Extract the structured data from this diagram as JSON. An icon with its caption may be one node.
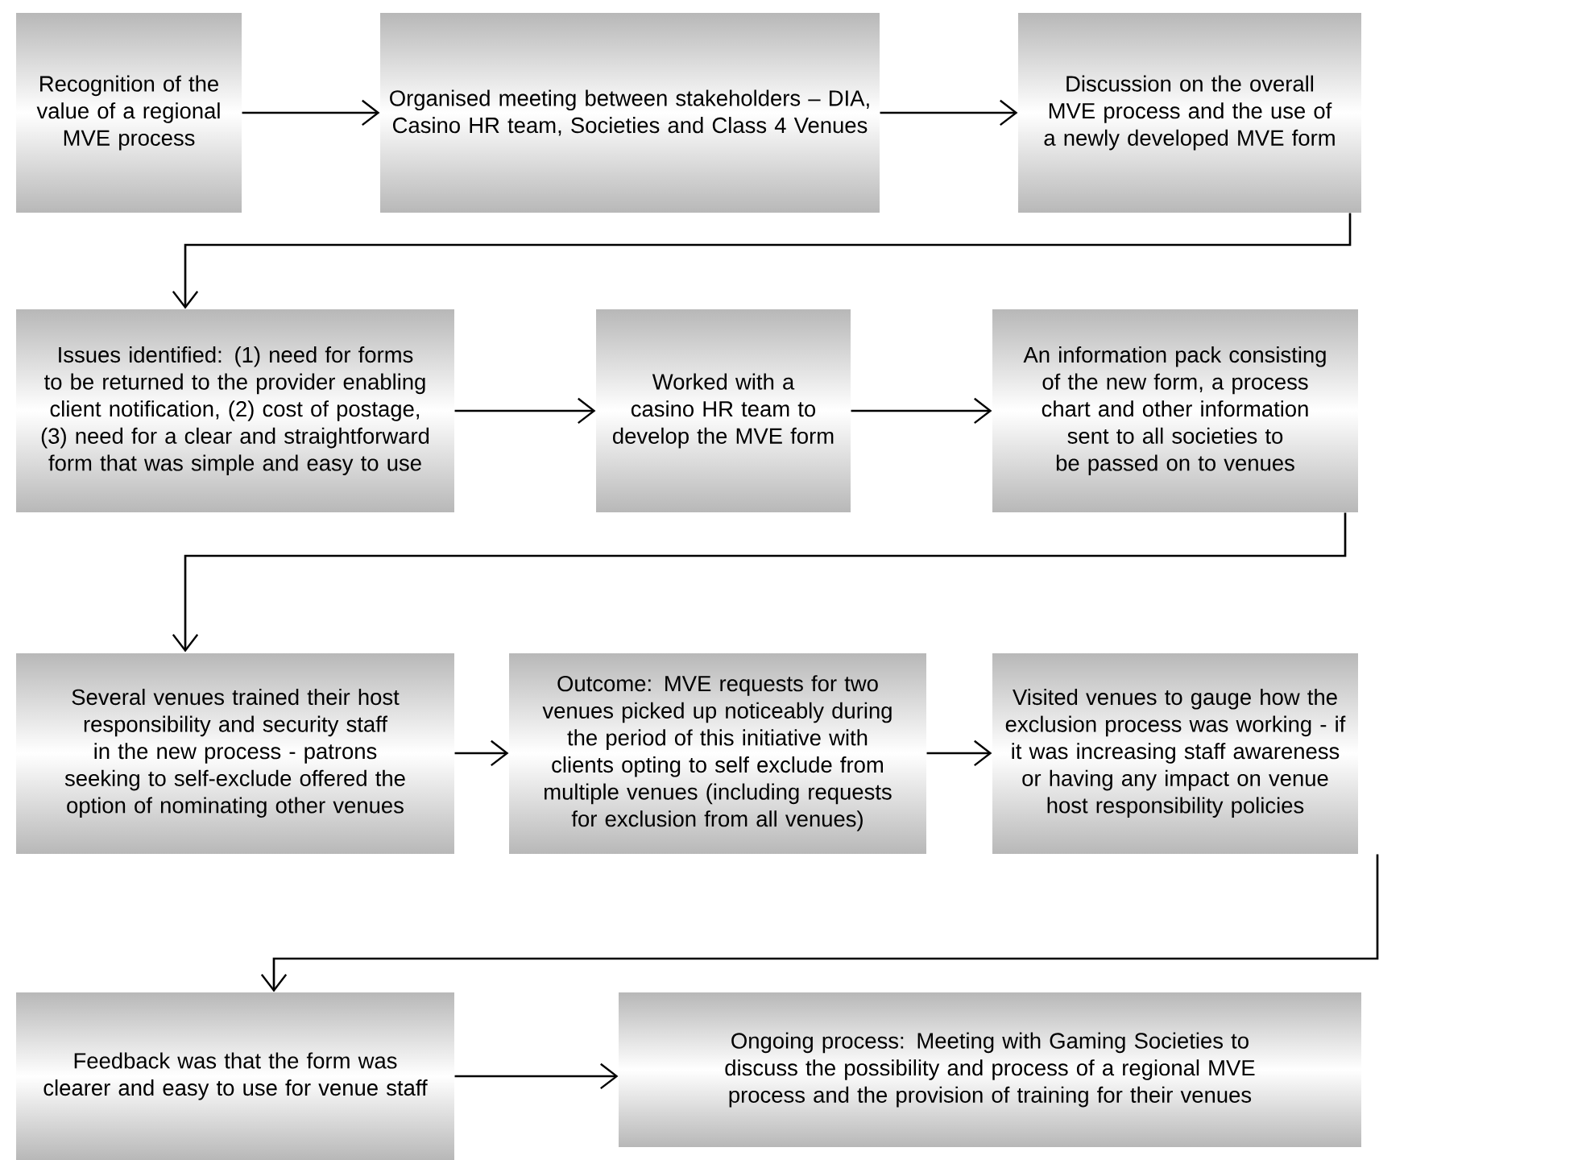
{
  "diagram": {
    "nodes": [
      {
        "text": [
          "Recognition of the value of a regional MVE process"
        ]
      },
      {
        "text": [
          "Organised meeting between stakeholders – DIA, Casino HR team, Societies and Class 4 Venues"
        ]
      },
      {
        "text": [
          "Discussion on the overall MVE process and the use of a newly developed MVE form"
        ]
      },
      {
        "text": [
          "Issues identified: (1) need for forms to be returned to the provider enabling client notification, (2) cost of postage, (3) need for a clear and straightforward form that was simple and easy to use"
        ]
      },
      {
        "text": [
          "Worked with a casino HR team to develop the MVE form"
        ]
      },
      {
        "text": [
          "An information pack consisting of the new form, a process chart and other information sent to all societies to be passed on to venues"
        ]
      },
      {
        "text": [
          "Several venues trained their host responsibility and security staff in the new process - patrons seeking to self-exclude offered the option of nominating other venues"
        ]
      },
      {
        "text": [
          "Outcome: MVE requests for two venues picked up noticeably during the period of this initiative with clients opting to self exclude from multiple venues (including requests for exclusion from all venues)"
        ]
      },
      {
        "text": [
          "Visited venues to gauge how the exclusion process was working - if it was increasing staff awareness or having any impact on venue host responsibility policies"
        ]
      },
      {
        "text": [
          "Feedback was that the form was clearer and easy to use for venue staff"
        ]
      },
      {
        "text": [
          "Ongoing process: Meeting with Gaming Societies  to discuss the possibility and process of a regional MVE process and the provision of training for their venues"
        ]
      }
    ],
    "edges": [
      {
        "from": 0,
        "to": 1,
        "arrow": "to"
      },
      {
        "from": 1,
        "to": 2,
        "arrow": "to"
      },
      {
        "from": 2,
        "to": 3,
        "arrow": "to"
      },
      {
        "from": 3,
        "to": 4,
        "arrow": "to"
      },
      {
        "from": 4,
        "to": 5,
        "arrow": "to"
      },
      {
        "from": 5,
        "to": 6,
        "arrow": "to"
      },
      {
        "from": 6,
        "to": 7,
        "arrow": "to"
      },
      {
        "from": 7,
        "to": 8,
        "arrow": "to"
      },
      {
        "from": 8,
        "to": 9,
        "arrow": "to"
      },
      {
        "from": 9,
        "to": 10,
        "arrow": "to"
      }
    ]
  }
}
